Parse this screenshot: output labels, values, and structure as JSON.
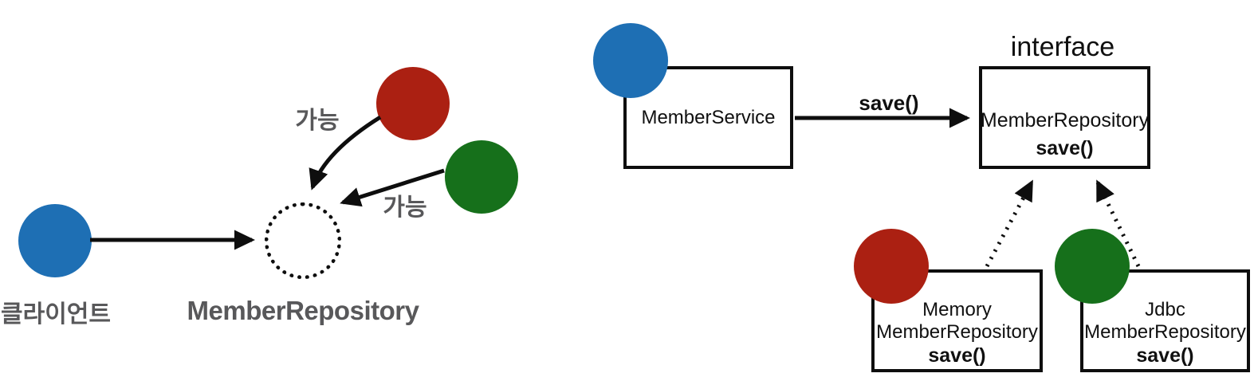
{
  "colors": {
    "blue": "#1e6fb4",
    "red": "#ab2012",
    "green": "#16701b",
    "gray_text": "#58585a",
    "line": "#0e0e0e"
  },
  "left_diagram": {
    "client_label": "클라이언트",
    "repository_label": "MemberRepository",
    "possible_red": "가능",
    "possible_green": "가능"
  },
  "right_diagram": {
    "stereotype_label": "interface",
    "save_arrow_label": "save()",
    "member_service_box": {
      "title": "MemberService"
    },
    "member_repository_box": {
      "title": "MemberRepository",
      "method": "save()"
    },
    "memory_member_repository_box": {
      "line1": "Memory",
      "line2": "MemberRepository",
      "method": "save()"
    },
    "jdbc_member_repository_box": {
      "line1": "Jdbc",
      "line2": "MemberRepository",
      "method": "save()"
    }
  }
}
